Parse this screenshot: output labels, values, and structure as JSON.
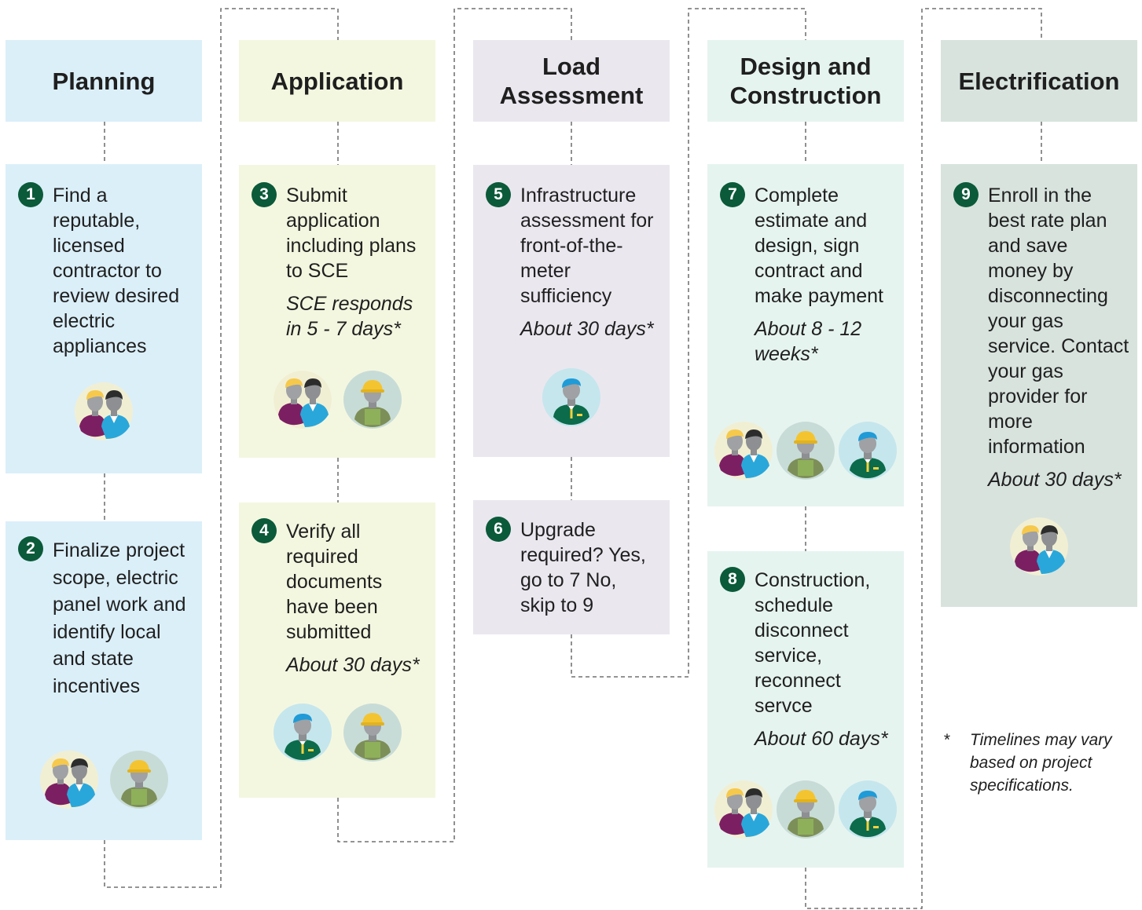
{
  "phases": [
    {
      "title": "Planning",
      "color": "#dbeff9"
    },
    {
      "title": "Application",
      "color": "#f4f7e0"
    },
    {
      "title": "Load Assessment",
      "color": "#ebe7ef"
    },
    {
      "title": "Design and Construction",
      "color": "#e6f4f0"
    },
    {
      "title": "Electrification",
      "color": "#d8e3de"
    }
  ],
  "steps": [
    {
      "num": "1",
      "text": "Find a reputable, licensed contractor to review desired electric appliances",
      "duration": "",
      "avatars": [
        "customer-couple"
      ]
    },
    {
      "num": "2",
      "text": "Finalize project scope, electric panel work and identify local and state incentives",
      "duration": "",
      "avatars": [
        "customer-couple",
        "contractor"
      ]
    },
    {
      "num": "3",
      "text": "Submit application including plans to SCE",
      "duration": "SCE responds in 5 - 7 days*",
      "avatars": [
        "customer-couple",
        "contractor"
      ]
    },
    {
      "num": "4",
      "text": "Verify all required documents have been submitted",
      "duration": "About 30 days*",
      "avatars": [
        "sce-representative",
        "contractor"
      ]
    },
    {
      "num": "5",
      "text": "Infrastructure assessment for front-of-the-meter sufficiency",
      "duration": "About 30 days*",
      "avatars": [
        "sce-representative"
      ]
    },
    {
      "num": "6",
      "text": "Upgrade required? Yes, go to 7 No, skip to 9",
      "duration": "",
      "avatars": []
    },
    {
      "num": "7",
      "text": "Complete estimate and design, sign contract and make payment",
      "duration": "About 8 - 12 weeks*",
      "avatars": [
        "customer-couple",
        "contractor",
        "sce-representative"
      ]
    },
    {
      "num": "8",
      "text": "Construction, schedule disconnect service, reconnect servce",
      "duration": "About 60 days*",
      "avatars": [
        "customer-couple",
        "contractor",
        "sce-representative"
      ]
    },
    {
      "num": "9",
      "text": "Enroll in the best rate plan and save money by disconnecting your gas service. Contact your gas provider for more information",
      "duration": "About 30 days*",
      "avatars": [
        "customer-couple"
      ]
    }
  ],
  "footnote": {
    "marker": "*",
    "text": "Timelines may vary based on project specifications."
  },
  "colors": {
    "step_number": "#0b5a3a",
    "connector": "#555555"
  }
}
